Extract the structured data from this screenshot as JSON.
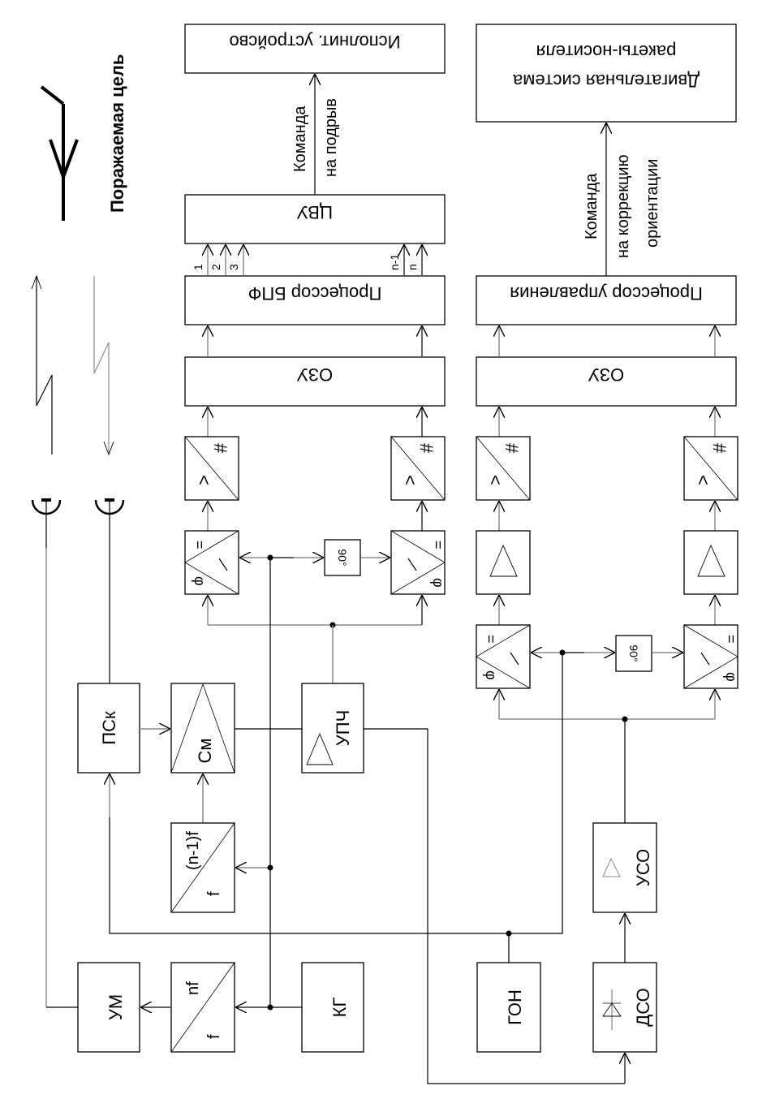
{
  "diagram": {
    "target_label": "Поражаемая цель",
    "blocks": {
      "executor": "Исполнит. устройсво",
      "cvu": "ЦВУ",
      "bpf_processor": "Процессор БПФ",
      "ozu_top": "ОЗУ",
      "ozu_bottom": "ОЗУ",
      "control_processor": "Процессор управления",
      "propulsion_line1": "Двигательная система",
      "propulsion_line2": "ракеты-носителя",
      "psk": "ПСк",
      "mixer": "См",
      "upch": "УПЧ",
      "mult_n1_top": "(n-1)f",
      "mult_n1_bottom": "f",
      "mult_n_top": "nf",
      "mult_n_bottom": "f",
      "um": "УМ",
      "kg": "КГ",
      "gon": "ГОН",
      "uso": "УСО",
      "dso": "ДСО",
      "phase_shift": "90°",
      "adc_symbol_analog": "<",
      "adc_symbol_digital": "#",
      "pd_symbol_eq": "=",
      "pd_symbol_tilde": "~",
      "pd_symbol_phi": "φ"
    },
    "signals": {
      "detonation_cmd_line1": "Команда",
      "detonation_cmd_line2": "на подрыв",
      "orientation_cmd_line1": "Команда",
      "orientation_cmd_line2": "на коррекцию",
      "orientation_cmd_line3": "ориентации",
      "channels": [
        "1",
        "2",
        "3",
        "n-1",
        "n"
      ]
    }
  }
}
